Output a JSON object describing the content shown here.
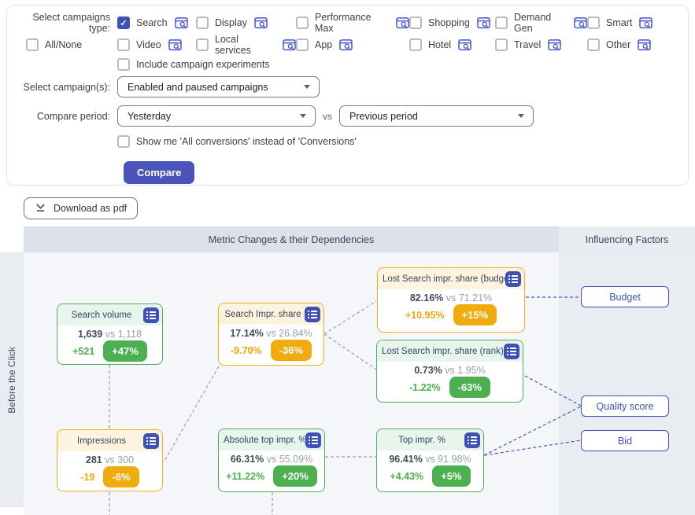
{
  "form": {
    "campaign_type_label": "Select campaigns type:",
    "all_none_label": "All/None",
    "types_row1": [
      {
        "label": "Search",
        "checked": true
      },
      {
        "label": "Display",
        "checked": false
      },
      {
        "label": "Performance Max",
        "checked": false
      },
      {
        "label": "Shopping",
        "checked": false
      },
      {
        "label": "Demand Gen",
        "checked": false
      },
      {
        "label": "Smart",
        "checked": false
      }
    ],
    "types_row2": [
      {
        "label": "Video",
        "checked": false
      },
      {
        "label": "Local services",
        "checked": false
      },
      {
        "label": "App",
        "checked": false
      },
      {
        "label": "Hotel",
        "checked": false
      },
      {
        "label": "Travel",
        "checked": false
      },
      {
        "label": "Other",
        "checked": false
      }
    ],
    "include_experiments_label": "Include campaign experiments",
    "select_campaign_label": "Select campaign(s):",
    "campaign_select_value": "Enabled and paused campaigns",
    "compare_period_label": "Compare period:",
    "period_from_value": "Yesterday",
    "vs_label": "vs",
    "period_to_value": "Previous period",
    "all_conversions_label": "Show me 'All conversions' instead of 'Conversions'",
    "compare_button_label": "Compare",
    "checkmark": "✓"
  },
  "toolbar": {
    "download_label": "Download as pdf"
  },
  "diagram": {
    "header_left": "Metric Changes & their Dependencies",
    "header_right": "Influencing Factors",
    "row_label": "Before the Click",
    "cards": [
      {
        "title": "Search volume",
        "value": "1,639",
        "vs": "vs",
        "compare": "1,118",
        "delta": "+521",
        "pct": "+47%",
        "theme": "green"
      },
      {
        "title": "Search Impr. share",
        "value": "17.14%",
        "vs": "vs",
        "compare": "26.84%",
        "delta": "-9.70%",
        "pct": "-36%",
        "theme": "amber"
      },
      {
        "title": "Lost Search impr. share (budget)",
        "value": "82.16%",
        "vs": "vs",
        "compare": "71.21%",
        "delta": "+10.95%",
        "pct": "+15%",
        "theme": "amber"
      },
      {
        "title": "Lost Search impr. share (rank)",
        "value": "0.73%",
        "vs": "vs",
        "compare": "1.95%",
        "delta": "-1.22%",
        "pct": "-63%",
        "theme": "green"
      },
      {
        "title": "Impressions",
        "value": "281",
        "vs": "vs",
        "compare": "300",
        "delta": "-19",
        "pct": "-6%",
        "theme": "amber"
      },
      {
        "title": "Absolute top impr. %",
        "value": "66.31%",
        "vs": "vs",
        "compare": "55.09%",
        "delta": "+11.22%",
        "pct": "+20%",
        "theme": "green"
      },
      {
        "title": "Top impr. %",
        "value": "96.41%",
        "vs": "vs",
        "compare": "91.98%",
        "delta": "+4.43%",
        "pct": "+5%",
        "theme": "green"
      }
    ],
    "factors": [
      {
        "label": "Budget"
      },
      {
        "label": "Quality score"
      },
      {
        "label": "Bid"
      }
    ]
  },
  "colors": {
    "primary_indigo": "#4051b5",
    "green": "#4caf50",
    "amber": "#f0ab0c",
    "green_tint": "#e8f5ec",
    "amber_tint": "#fdf3de",
    "header_bar": "#dbe2eb",
    "canvas_bg": "#f4f6fa",
    "side_bg": "#e9ecf1",
    "connector_grey": "#97a1b4",
    "connector_indigo": "#4656c4"
  }
}
